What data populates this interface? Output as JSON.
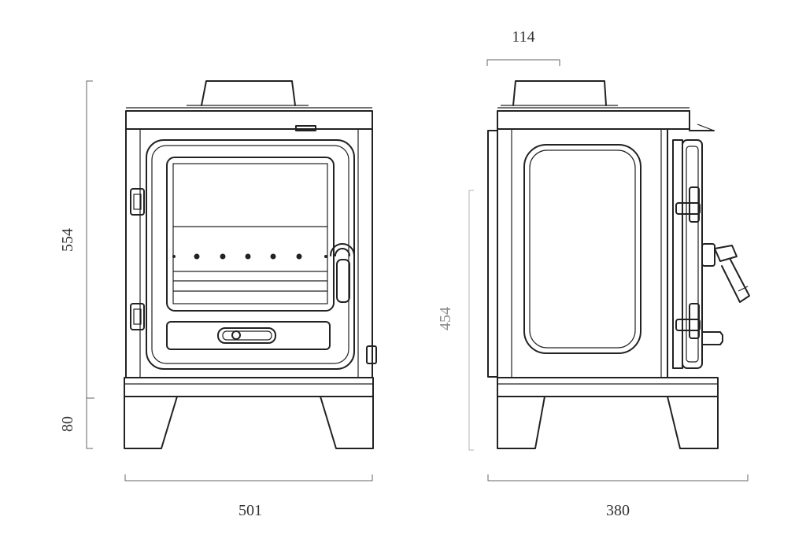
{
  "dimensions": {
    "total_height": "554",
    "leg_height": "80",
    "front_width": "501",
    "side_depth": "380",
    "flue_offset": "114",
    "flue_height": "454"
  },
  "colors": {
    "line": "#222222",
    "dimension_line": "#666666",
    "dimension_text": "#333333",
    "dimension_text_light": "#8a8a8a"
  }
}
